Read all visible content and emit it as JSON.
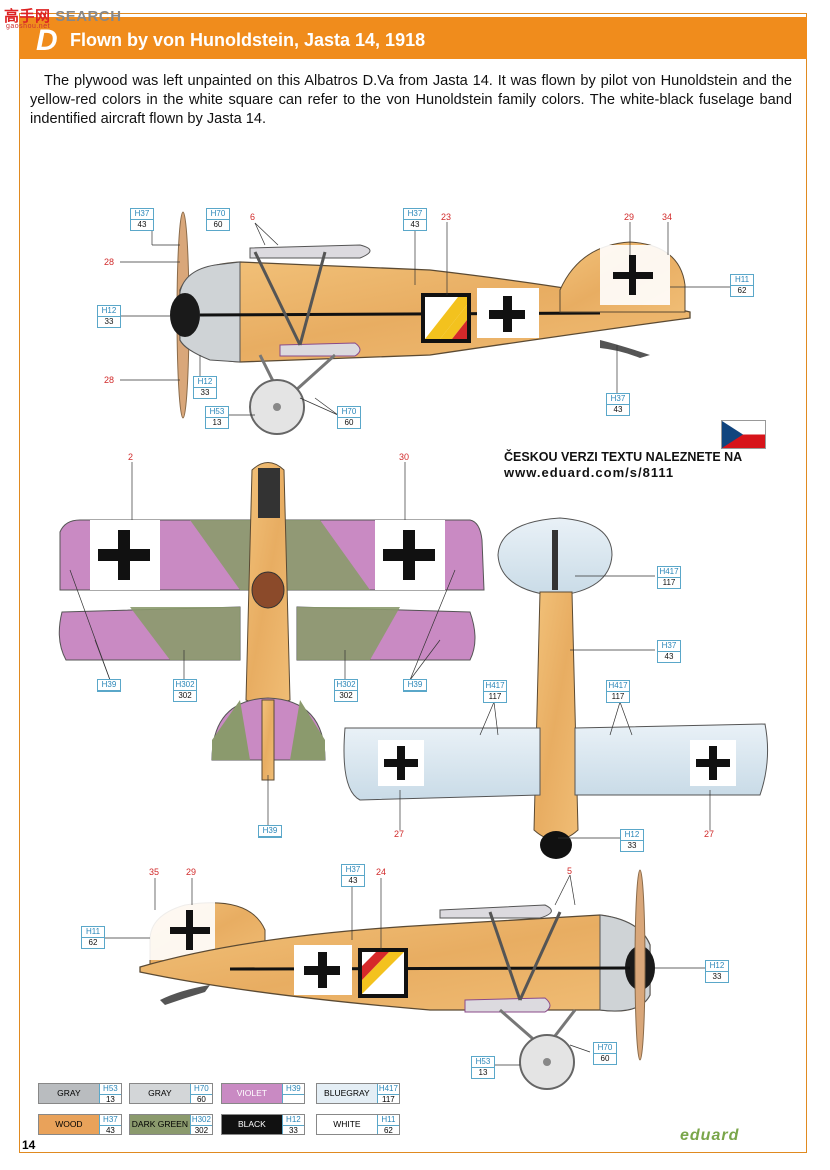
{
  "watermark": {
    "cn": "高手网",
    "en": "SEARCH",
    "sub": "gaoshou.net"
  },
  "header": {
    "letter": "D",
    "title": "Flown by von Hunoldstein, Jasta 14, 1918"
  },
  "intro": "The plywood was left unpainted on this Albatros D.Va from Jasta 14. It was flown by pilot von Hunoldstein and the yellow-red colors in the white square can refer to the von Hunoldstein family colors. The white-black fuselage band indentified aircraft flown by Jasta 14.",
  "czech": {
    "line1": "ČESKOU VERZI TEXTU NALEZNETE NA",
    "url": "www.eduard.com/s/8111"
  },
  "codes": {
    "top_h37": {
      "a": "H37",
      "b": "43"
    },
    "top_h70": {
      "a": "H70",
      "b": "60"
    },
    "top_h37b": {
      "a": "H37",
      "b": "43"
    },
    "top_h11": {
      "a": "H11",
      "b": "62"
    },
    "top_h12a": {
      "a": "H12",
      "b": "33"
    },
    "top_h12b": {
      "a": "H12",
      "b": "33"
    },
    "top_h53": {
      "a": "H53",
      "b": "13"
    },
    "top_h70b": {
      "a": "H70",
      "b": "60"
    },
    "top_h37c": {
      "a": "H37",
      "b": "43"
    },
    "mid_h39a": {
      "a": "H39",
      "b": ""
    },
    "mid_h302a": {
      "a": "H302",
      "b": "302"
    },
    "mid_h302b": {
      "a": "H302",
      "b": "302"
    },
    "mid_h39b": {
      "a": "H39",
      "b": ""
    },
    "mid_h39c": {
      "a": "H39",
      "b": ""
    },
    "bot_h417a": {
      "a": "H417",
      "b": "117"
    },
    "bot_h37": {
      "a": "H37",
      "b": "43"
    },
    "bot_h417b": {
      "a": "H417",
      "b": "117"
    },
    "bot_h417c": {
      "a": "H417",
      "b": "117"
    },
    "bot_h12": {
      "a": "H12",
      "b": "33"
    },
    "low_h37": {
      "a": "H37",
      "b": "43"
    },
    "low_h11": {
      "a": "H11",
      "b": "62"
    },
    "low_h12": {
      "a": "H12",
      "b": "33"
    },
    "low_h70": {
      "a": "H70",
      "b": "60"
    },
    "low_h53": {
      "a": "H53",
      "b": "13"
    }
  },
  "callouts": {
    "c28a": "28",
    "c6": "6",
    "c23": "23",
    "c29a": "29",
    "c34": "34",
    "c28b": "28",
    "c2": "2",
    "c30": "30",
    "c27a": "27",
    "c27b": "27",
    "c35": "35",
    "c29b": "29",
    "c24": "24",
    "c5": "5"
  },
  "legend": [
    {
      "name": "GRAY",
      "a": "H53",
      "b": "13",
      "color": "#b9bcbf"
    },
    {
      "name": "GRAY",
      "a": "H70",
      "b": "60",
      "color": "#d3d6d8"
    },
    {
      "name": "VIOLET",
      "a": "H39",
      "b": "",
      "color": "#c98ac3"
    },
    {
      "name": "BLUEGRAY",
      "a": "H417",
      "b": "117",
      "color": "#e4eef5"
    },
    {
      "name": "WOOD",
      "a": "H37",
      "b": "43",
      "color": "#e9a25a"
    },
    {
      "name": "DARK GREEN",
      "a": "H302",
      "b": "302",
      "color": "#8b9a6d"
    },
    {
      "name": "BLACK",
      "a": "H12",
      "b": "33",
      "color": "#111111"
    },
    {
      "name": "WHITE",
      "a": "H11",
      "b": "62",
      "color": "#ffffff"
    }
  ],
  "page_number": "14",
  "brand": "eduard"
}
